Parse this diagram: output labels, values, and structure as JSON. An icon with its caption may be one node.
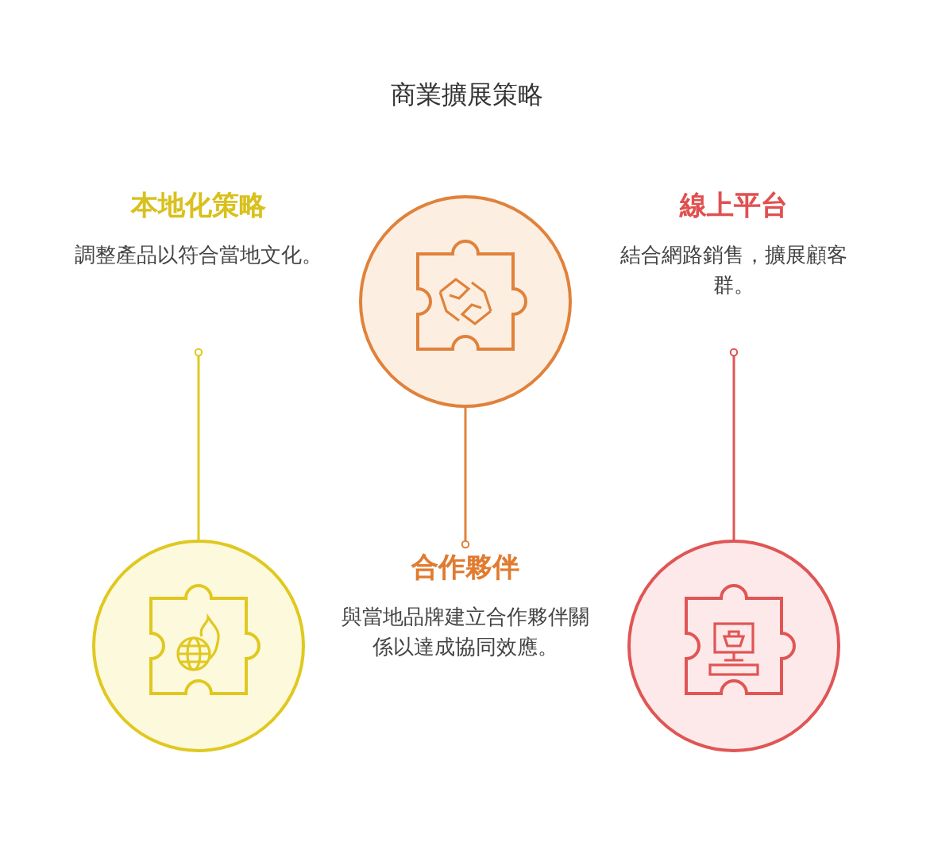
{
  "diagram": {
    "title": "商業擴展策略",
    "nodes": [
      {
        "text": [
          "本地化策略",
          "調整產品以符合當地文化。"
        ]
      },
      {
        "text": [],
        "shape": "picture"
      },
      {
        "text": [
          "線上平台",
          "結合網路銷售，擴展顧客群。"
        ]
      },
      {
        "text": [],
        "shape": "picture"
      },
      {
        "text": [
          "合作夥伴",
          "與當地品牌建立合作夥伴關係以達成協同效應。"
        ]
      },
      {
        "text": [],
        "shape": "picture"
      }
    ],
    "edges": [
      {
        "from": 3,
        "to": 0,
        "arrow": "other",
        "color": "#e0c820"
      },
      {
        "from": 1,
        "to": 4,
        "arrow": "other",
        "color": "#e0823a"
      },
      {
        "from": 5,
        "to": 2,
        "arrow": "other",
        "color": "#e05555"
      }
    ]
  }
}
